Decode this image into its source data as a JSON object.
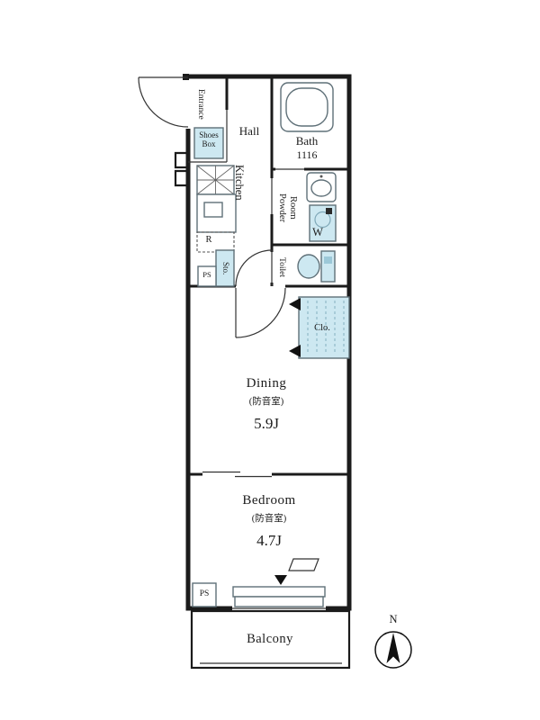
{
  "colors": {
    "wall": "#1b1b1b",
    "fixture_fill": "#cde8f1",
    "fixture_stroke": "#5f7078",
    "hatch": "#8fb9c9"
  },
  "labels": {
    "entrance": "Entrance",
    "shoes_box_1": "Shoes",
    "shoes_box_2": "Box",
    "hall": "Hall",
    "bath": "Bath",
    "bath_size": "1116",
    "kitchen": "Kitchen",
    "powder_1": "Powder",
    "powder_2": "Room",
    "washer": "W",
    "refrigerator": "R",
    "toilet": "Toilet",
    "storage": "Sto.",
    "ps_top": "PS",
    "closet": "Clo.",
    "dining": "Dining",
    "dining_note": "(防音室)",
    "dining_size": "5.9J",
    "bedroom": "Bedroom",
    "bedroom_note": "(防音室)",
    "bedroom_size": "4.7J",
    "ps_bottom": "PS",
    "balcony": "Balcony",
    "compass_north": "N"
  }
}
